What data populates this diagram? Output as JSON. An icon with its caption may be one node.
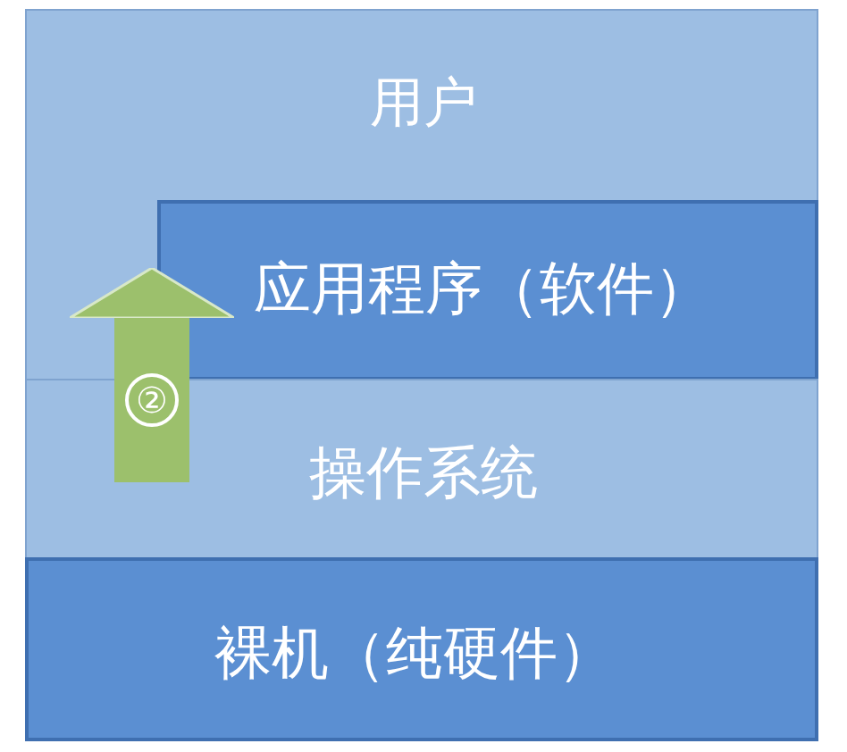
{
  "diagram": {
    "nodes": [
      {
        "text": [
          "用户"
        ]
      },
      {
        "text": [
          "应用程序（软件）"
        ],
        "in": 0
      },
      {
        "text": [
          "操作系统"
        ]
      },
      {
        "text": [
          "裸机（纯硬件）"
        ]
      }
    ],
    "edges": [
      {
        "from": 2,
        "to": 1,
        "arrow": "to",
        "label": "②"
      }
    ]
  }
}
